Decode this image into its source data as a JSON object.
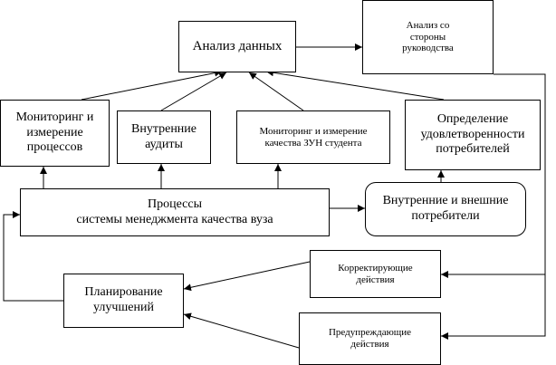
{
  "diagram": {
    "nodes": {
      "data_analysis": "Анализ данных",
      "management_analysis": "Анализ со\nстороны\nруководства",
      "process_monitoring": "Мониторинг и\nизмерение\nпроцессов",
      "internal_audits": "Внутренние\nаудиты",
      "student_monitoring": "Мониторинг и измерение\nкачества ЗУН студента",
      "satisfaction": "Определение\nудовлетворенности\nпотребителей",
      "processes": "Процессы\nсистемы менеджмента качества вуза",
      "consumers": "Внутренние и внешние\nпотребители",
      "corrective": "Корректирующие\nдействия",
      "preventive": "Предупреждающие\nдействия",
      "improvement": "Планирование\nулучшений"
    },
    "colors": {
      "line": "#000000",
      "background": "#ffffff"
    }
  }
}
